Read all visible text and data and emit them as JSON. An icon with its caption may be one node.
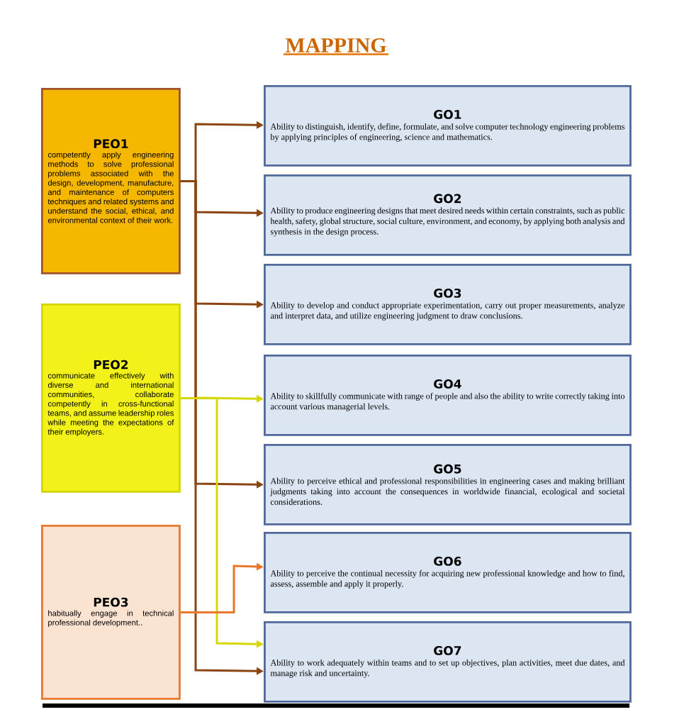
{
  "diagram": {
    "title": "MAPPING",
    "nodes": [
      {
        "text": [
          "PEO1",
          "competently apply engineering methods to solve professional problems associated with the design, development, manufacture, and maintenance of computers techniques and related systems and understand the social, ethical, and environmental context of their work."
        ]
      },
      {
        "text": [
          "PEO2",
          "communicate effectively with diverse and international communities, collaborate competently in cross-functional teams, and assume leadership roles while meeting the expectations of their employers."
        ]
      },
      {
        "text": [
          "PEO3",
          "habitually engage in technical professional development.."
        ]
      },
      {
        "text": [
          "GO1",
          "Ability to distinguish, identify, define, formulate, and solve computer technology engineering problems by applying principles of engineering, science and mathematics."
        ]
      },
      {
        "text": [
          "GO2",
          "Ability to produce engineering designs that meet desired needs within certain constraints, such as public health, safety, global structure, social culture, environment, and economy, by applying both analysis and synthesis in the design process."
        ]
      },
      {
        "text": [
          "GO3",
          "Ability to develop and conduct appropriate experimentation, carry out proper measurements, analyze and interpret data, and utilize engineering judgment to draw conclusions."
        ]
      },
      {
        "text": [
          "GO4",
          "Ability to skillfully communicate with range of people and also the ability to write correctly taking into account various managerial levels."
        ]
      },
      {
        "text": [
          "GO5",
          "Ability to perceive ethical and professional responsibilities in engineering cases and making brilliant judgments taking into account the consequences in worldwide financial, ecological and societal considerations."
        ]
      },
      {
        "text": [
          "GO6",
          "Ability to perceive the continual necessity for acquiring new professional knowledge and how to find, assess, assemble and apply it properly."
        ]
      },
      {
        "text": [
          "GO7",
          "Ability to work adequately within teams and to set up objectives, plan activities, meet due dates, and manage risk and uncertainty."
        ]
      }
    ],
    "edges": [
      {
        "from": 0,
        "to": 3,
        "arrow": "to"
      },
      {
        "from": 0,
        "to": 4,
        "arrow": "to"
      },
      {
        "from": 0,
        "to": 5,
        "arrow": "to"
      },
      {
        "from": 0,
        "to": 7,
        "arrow": "to"
      },
      {
        "from": 0,
        "to": 9,
        "arrow": "to"
      },
      {
        "from": 1,
        "to": 6,
        "arrow": "to",
        "color": "#d6d600"
      },
      {
        "from": 1,
        "to": 9,
        "arrow": "to",
        "color": "#d6d600"
      },
      {
        "from": 2,
        "to": 8,
        "arrow": "to",
        "color": "#e8782c"
      }
    ]
  }
}
